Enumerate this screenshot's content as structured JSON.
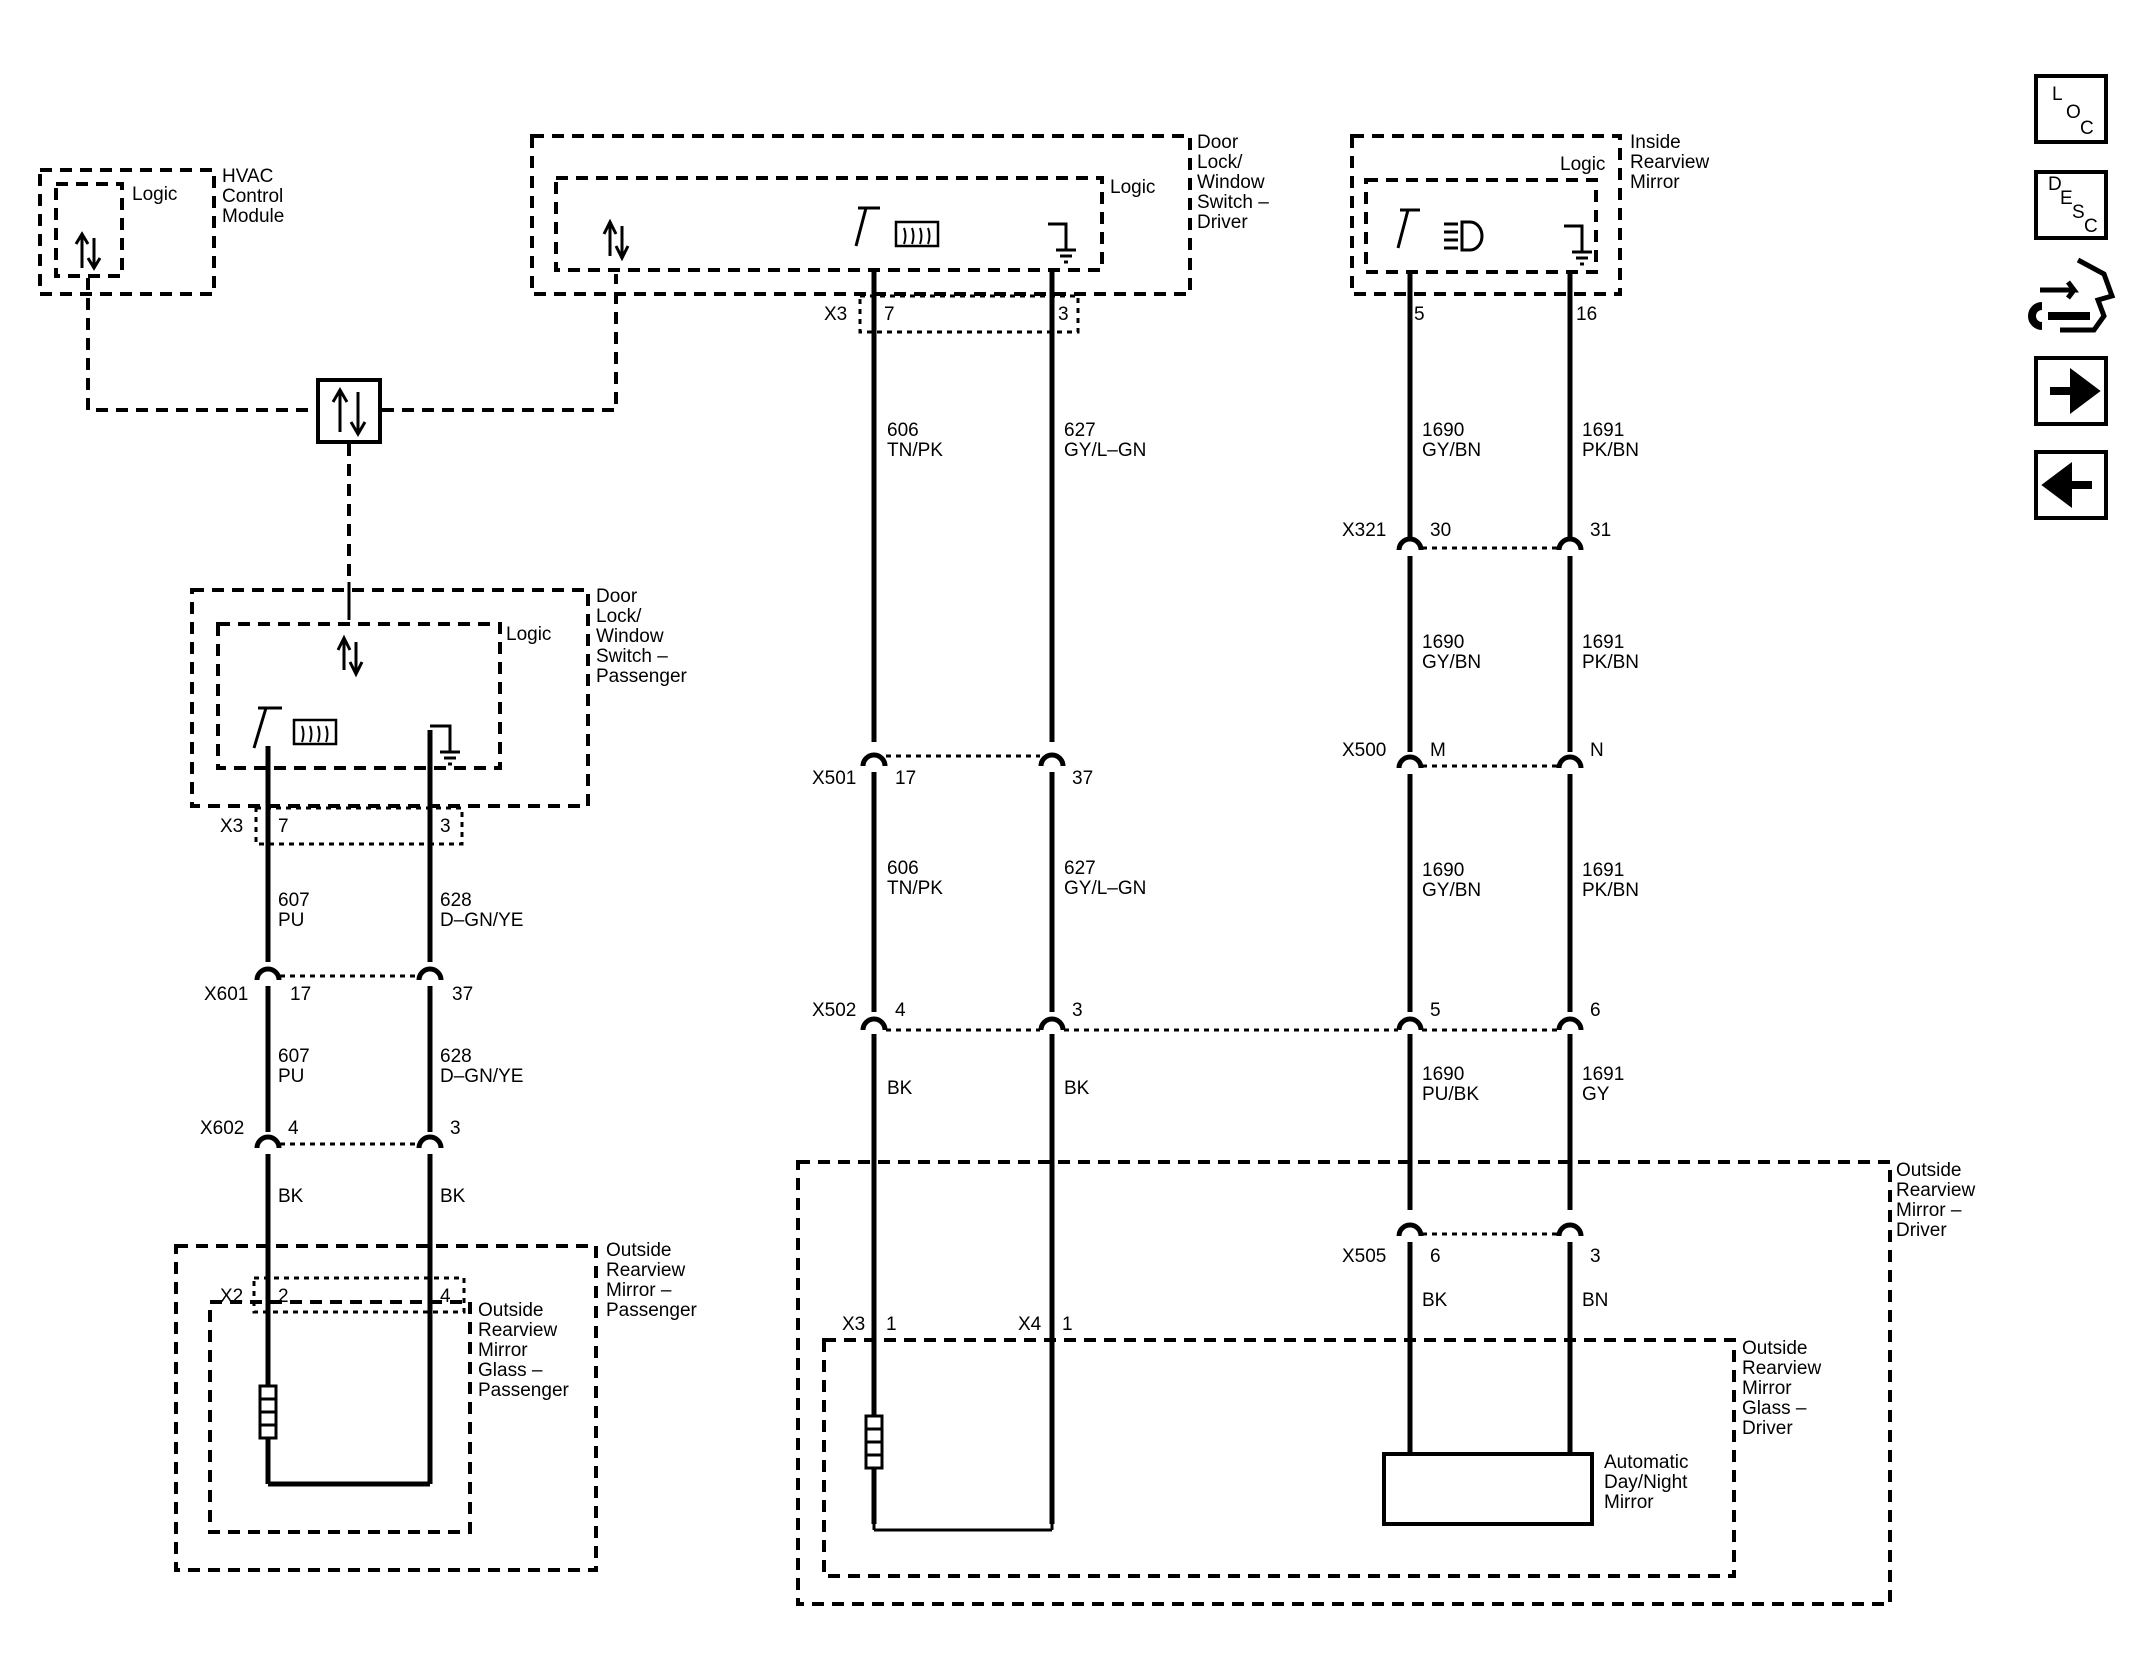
{
  "modules": {
    "hvac": {
      "lines": [
        "HVAC",
        "Control",
        "Module"
      ],
      "logic": "Logic"
    },
    "dlws_driver": {
      "lines": [
        "Door",
        "Lock/",
        "Window",
        "Switch –",
        "Driver"
      ],
      "logic": "Logic"
    },
    "inside_mirror": {
      "lines": [
        "Inside",
        "Rearview",
        "Mirror"
      ],
      "logic": "Logic"
    },
    "dlws_passenger": {
      "lines": [
        "Door",
        "Lock/",
        "Window",
        "Switch –",
        "Passenger"
      ],
      "logic": "Logic"
    },
    "orm_passenger": {
      "lines": [
        "Outside",
        "Rearview",
        "Mirror –",
        "Passenger"
      ]
    },
    "ormg_passenger": {
      "lines": [
        "Outside",
        "Rearview",
        "Mirror",
        "Glass –",
        "Passenger"
      ]
    },
    "orm_driver": {
      "lines": [
        "Outside",
        "Rearview",
        "Mirror –",
        "Driver"
      ]
    },
    "ormg_driver": {
      "lines": [
        "Outside",
        "Rearview",
        "Mirror",
        "Glass –",
        "Driver"
      ]
    },
    "auto_mirror": {
      "lines": [
        "Automatic",
        "Day/Night",
        "Mirror"
      ]
    }
  },
  "connectors": {
    "dlws_driver_conn": {
      "name": "X3",
      "pins": [
        "7",
        "3"
      ]
    },
    "inside_mirror_conn": {
      "pins": [
        "5",
        "16"
      ]
    },
    "x321": {
      "name": "X321",
      "pins": [
        "30",
        "31"
      ]
    },
    "x500": {
      "name": "X500",
      "pins": [
        "M",
        "N"
      ]
    },
    "x501": {
      "name": "X501",
      "pins": [
        "17",
        "37"
      ]
    },
    "x502": {
      "name": "X502",
      "pins": [
        "4",
        "3",
        "5",
        "6"
      ]
    },
    "x505": {
      "name": "X505",
      "pins": [
        "6",
        "3"
      ]
    },
    "orm_driver_x3": {
      "name": "X3",
      "pin": "1"
    },
    "orm_driver_x4": {
      "name": "X4",
      "pin": "1"
    },
    "dlws_passenger_conn": {
      "name": "X3",
      "pins": [
        "7",
        "3"
      ]
    },
    "x601": {
      "name": "X601",
      "pins": [
        "17",
        "37"
      ]
    },
    "x602": {
      "name": "X602",
      "pins": [
        "4",
        "3"
      ]
    },
    "orm_passenger_x2": {
      "name": "X2",
      "pins": [
        "2",
        "4"
      ]
    }
  },
  "wires": {
    "w606": {
      "circuit": "606",
      "color": "TN/PK"
    },
    "w627": {
      "circuit": "627",
      "color": "GY/L–GN"
    },
    "w1690": {
      "circuit": "1690",
      "color": "GY/BN"
    },
    "w1691": {
      "circuit": "1691",
      "color": "PK/BN"
    },
    "w1690b": {
      "circuit": "1690",
      "color": "PU/BK"
    },
    "w1691b": {
      "circuit": "1691",
      "color": "GY"
    },
    "w607": {
      "circuit": "607",
      "color": "PU"
    },
    "w628": {
      "circuit": "628",
      "color": "D–GN/YE"
    },
    "bk": "BK",
    "bn": "BN"
  },
  "nav": {
    "loc": {
      "l1": "L",
      "l2": "O",
      "l3": "C"
    },
    "desc": {
      "l1": "D",
      "l2": "E",
      "l3": "S",
      "l4": "C"
    }
  }
}
